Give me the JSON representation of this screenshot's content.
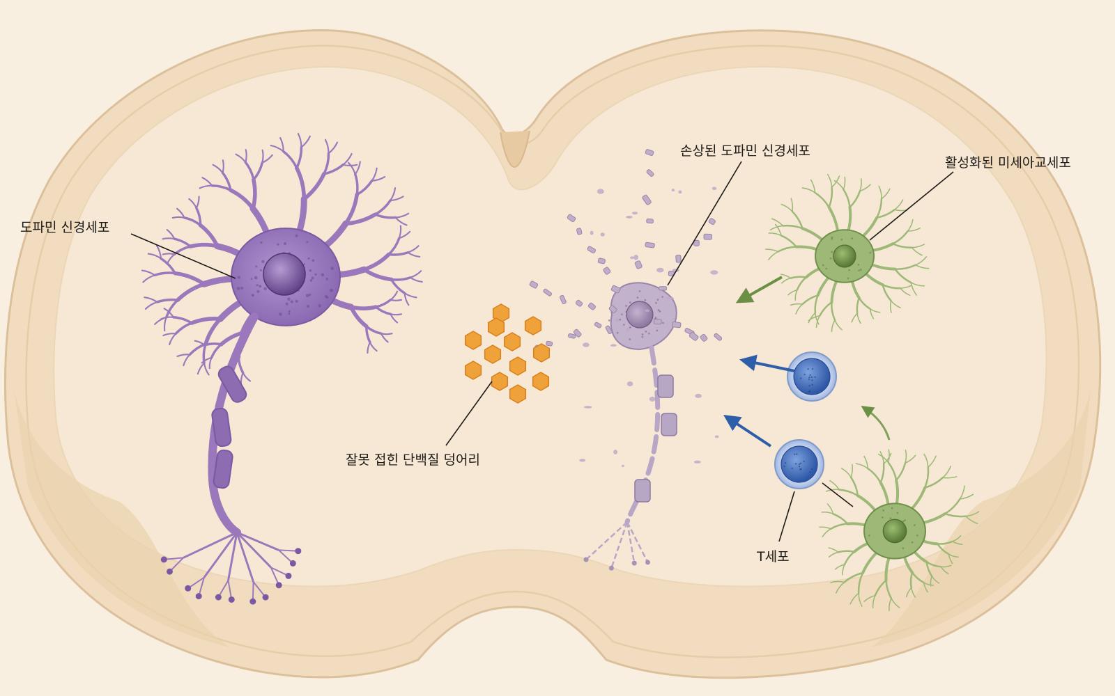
{
  "labels": {
    "dopamine_neuron": "도파민 신경세포",
    "damaged_neuron": "손상된 도파민 신경세포",
    "activated_microglia": "활성화된 미세아교세포",
    "misfolded_protein": "잘못 접힌 단백질 덩어리",
    "t_cell": "T세포"
  },
  "colors": {
    "background": "#f8efe1",
    "tissue": "#f2dfc4",
    "tissue_inner": "#f6e8d3",
    "neuron": "#9a78bb",
    "neuron_dark": "#7c58a3",
    "damaged_neuron": "#c3b2cc",
    "microglia": "#9db877",
    "microglia_dark": "#6f8f4b",
    "protein": "#f0a23a",
    "t_cell": "#4f79c9",
    "arrow_blue": "#2f5ea8",
    "arrow_green": "#6b8f45"
  }
}
